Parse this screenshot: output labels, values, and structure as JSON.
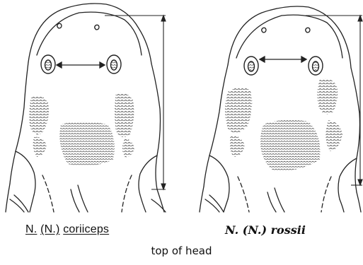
{
  "figure": {
    "caption": "top of head",
    "specimens": [
      {
        "id": "left",
        "name_parts": [
          "N.",
          "(N.)",
          "coriiceps"
        ],
        "label_style": "underlined"
      },
      {
        "id": "right",
        "name": "N. (N.) rossii",
        "label_style": "bold-italic"
      }
    ],
    "line_color": "#222222"
  }
}
